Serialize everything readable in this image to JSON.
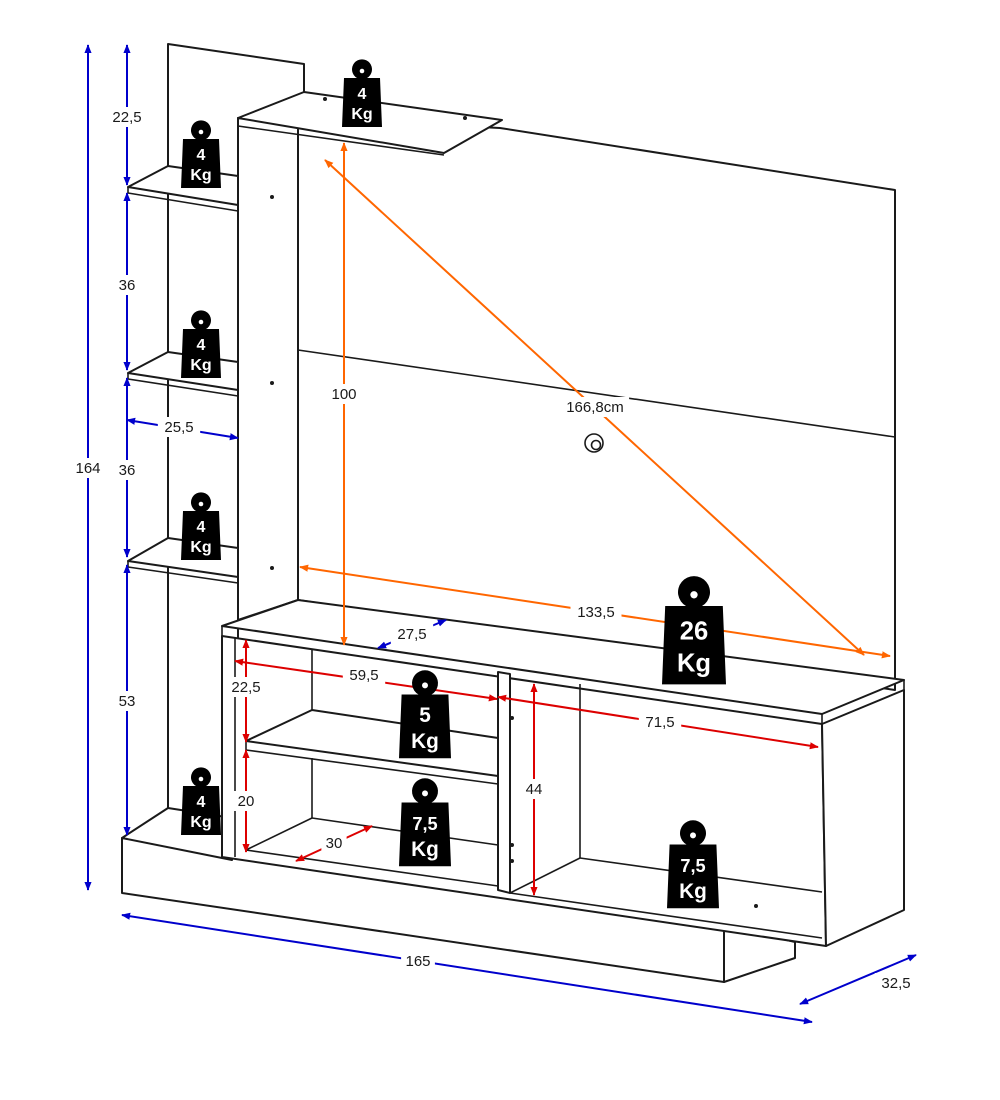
{
  "colors": {
    "blue": "#0000cc",
    "red": "#dd0000",
    "orange": "#ff6600",
    "line": "#1a1a1a",
    "weight_fill": "#000000"
  },
  "dimensions": {
    "total_height": "164",
    "top_gap": "22,5",
    "shelf_gap_1": "36",
    "shelf_gap_2": "36",
    "lower_side": "53",
    "side_depth": "25,5",
    "panel_height": "100",
    "diagonal": "166,8cm",
    "panel_width": "133,5",
    "top_depth": "27,5",
    "niche_width": "59,5",
    "niche_upper_height": "22,5",
    "niche_lower_height": "20",
    "niche_depth": "30",
    "cabinet_height": "44",
    "cabinet_width": "71,5",
    "total_width": "165",
    "total_depth": "32,5"
  },
  "weights": [
    {
      "id": "top-shelf",
      "line1": "4",
      "line2": "Kg"
    },
    {
      "id": "side-shelf-1",
      "line1": "4",
      "line2": "Kg"
    },
    {
      "id": "side-shelf-2",
      "line1": "4",
      "line2": "Kg"
    },
    {
      "id": "side-shelf-3",
      "line1": "4",
      "line2": "Kg"
    },
    {
      "id": "side-base",
      "line1": "4",
      "line2": "Kg"
    },
    {
      "id": "rack-top",
      "line1": "26",
      "line2": "Kg"
    },
    {
      "id": "niche-shelf",
      "line1": "5",
      "line2": "Kg"
    },
    {
      "id": "niche-bottom",
      "line1": "7,5",
      "line2": "Kg"
    },
    {
      "id": "cabinet-bottom",
      "line1": "7,5",
      "line2": "Kg"
    }
  ]
}
